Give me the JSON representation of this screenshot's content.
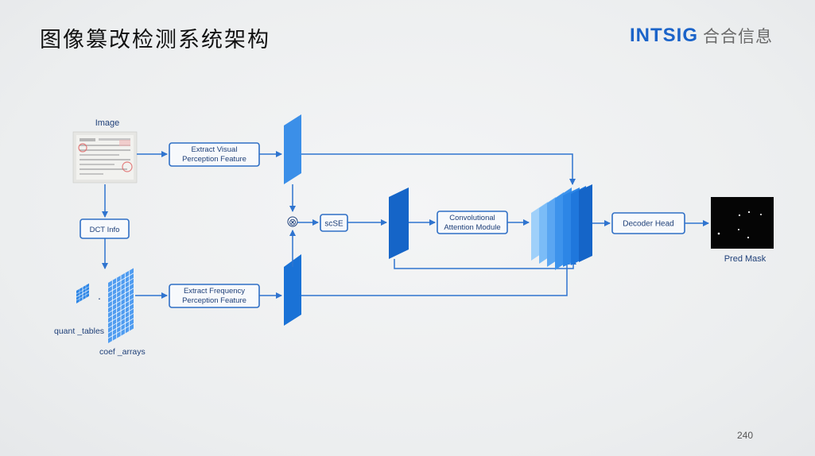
{
  "slide": {
    "title": "图像篡改检测系统架构",
    "brand_latin": "INTSIG",
    "brand_cjk": "合合信息",
    "page_number": "240"
  },
  "diagram": {
    "image_label": "Image",
    "dct_info": "DCT Info",
    "extract_visual": [
      "Extract Visual",
      "Perception Feature"
    ],
    "extract_frequency": [
      "Extract Frequency",
      "Perception Feature"
    ],
    "scse": "scSE",
    "conv_attention": [
      "Convolutional",
      "Attention Module"
    ],
    "decoder_head": "Decoder Head",
    "pred_mask": "Pred Mask",
    "quant_tables": "quant _tables",
    "coef_arrays": "coef _arrays",
    "multiply_symbol": "⊗",
    "dot_symbol": "·"
  },
  "colors": {
    "brand_blue": "#1a63c9",
    "arrow_blue": "#2f74cf",
    "box_stroke": "#2f6fc5",
    "block_dark": "#1565c8",
    "block_mid": "#2d86e6",
    "block_light": "#5aa6f2",
    "block_lighter": "#8cc4f8",
    "mask_bg": "#050505"
  }
}
